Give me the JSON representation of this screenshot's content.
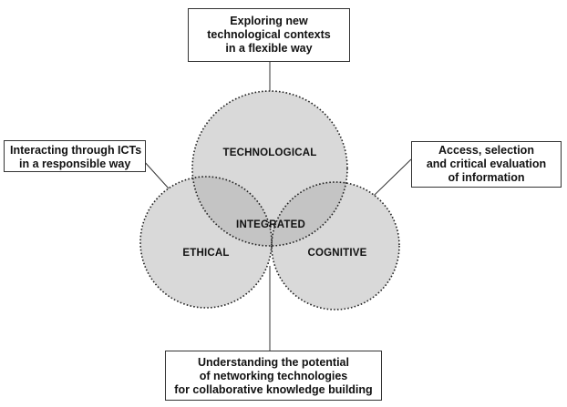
{
  "circles": {
    "technological": "TECHNOLOGICAL",
    "ethical": "ETHICAL",
    "cognitive": "COGNITIVE",
    "integrated": "INTEGRATED"
  },
  "boxes": {
    "top": [
      "Exploring new",
      "technological contexts",
      "in a flexible way"
    ],
    "left": [
      "Interacting through ICTs",
      "in a responsible way"
    ],
    "right": [
      "Access, selection",
      "and critical evaluation",
      "of information"
    ],
    "bottom": [
      "Understanding the potential",
      "of networking technologies",
      "for collaborative knowledge building"
    ]
  },
  "colors": {
    "circle_fill": "#d9d9d9",
    "overlap_fill": "#c4c4c4",
    "center_fill": "#b3b3b3",
    "outline": "#222222",
    "connector": "#333333"
  }
}
